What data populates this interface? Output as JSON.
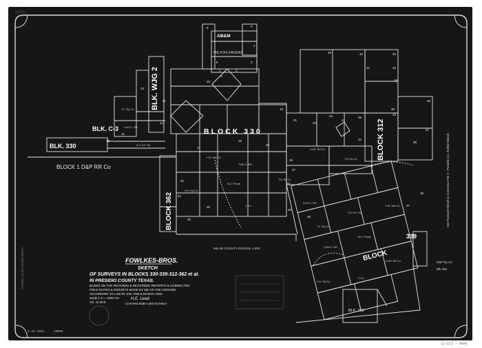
{
  "sheet": {
    "corner_tag": "B491",
    "side_note_left": "Presidio County Rolled Sketch",
    "side_note_right": "See Revised Sketch & Correction File 2 - Presidio Co. Rolled Sketch",
    "bottom_left_code": "2-21-1944",
    "bottom_left_code2": "20000",
    "bottom_right_code": "(2-17) - 9341"
  },
  "blocks": {
    "abm": "AB&M",
    "milton_faver": "MILTON FAVDAS",
    "blk_wjg2": "BLK. WJG 2",
    "blk_c3": "BLK. C-3",
    "blk_330_center": "BLOCK 330",
    "blk_330_left": "BLK. 330",
    "blk_312": "BLOCK 312",
    "block1": "BLOCK 1  D&P RR Co",
    "blk_362": "BLOCK 362",
    "blk_339": "339",
    "block_lower": "BLOCK",
    "blk_338": "BLK. 338",
    "school_land": "MILAM COUNTY SCHOOL LAND",
    "dp_rr_right": "D&P Ry Co",
    "blk_365": "Blk 365"
  },
  "title_block": {
    "owner": "FOWLKES-BROS.",
    "sketch": "SKETCH",
    "line1": "OF SURVEYS IN BLOCKS 330-339-312-362 et al.",
    "line2": "IN PRESIDIO COUNTY TEXAS.",
    "line3": "BASED ON THE RECORDS & RECORDED REPORTS & CORRECTED",
    "line4": "FIELD NOTES & SURVEYS MADE BY ME ON THE GROUND",
    "line5": "ACCORDING TO LAW IN JAN. FEB & MARCH 1944.",
    "scale": "Scale 1 in = 1000 Vrs.",
    "vol": "Vol. 11-30 E",
    "signature": "H.E. Lead",
    "surveyor": "Licensed State Land Surveyor"
  },
  "section_numbers": [
    "1",
    "2",
    "3",
    "4",
    "5",
    "6",
    "7",
    "8",
    "9",
    "10",
    "11",
    "12",
    "13",
    "14",
    "15",
    "16",
    "17",
    "18",
    "19",
    "20",
    "21",
    "22",
    "23",
    "24",
    "25",
    "26",
    "27",
    "28",
    "29",
    "30",
    "31",
    "32",
    "33",
    "34",
    "35",
    "36",
    "37",
    "38",
    "39",
    "40",
    "41",
    "42",
    "43",
    "44",
    "45",
    "46",
    "47",
    "48"
  ],
  "tract_labels": [
    "T.C. Ry Co",
    "G.C.S.F. Ry",
    "H.E. Mtn Co",
    "T.&N.O. RR",
    "W.J. Pecan",
    "G.H. Ry Co",
    "C.S.L.",
    "D.&P. RR Co",
    "T.N. Ry Co",
    "H.&T.C. RR"
  ]
}
